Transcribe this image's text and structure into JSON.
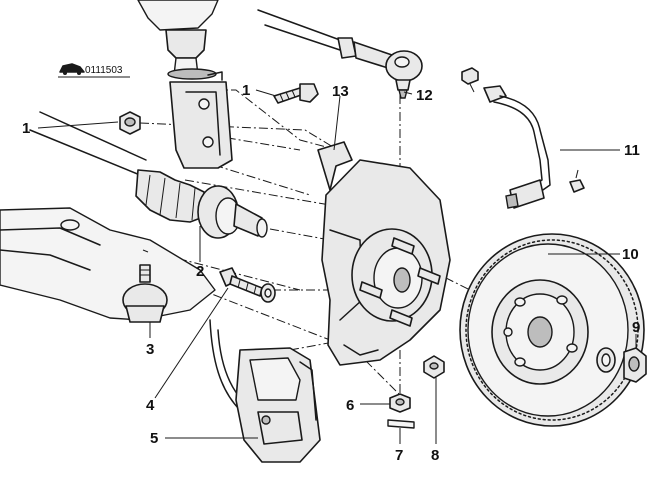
{
  "reference_code": "0111503",
  "callouts": {
    "c1a": "1",
    "c1b": "1",
    "c2": "2",
    "c3": "3",
    "c4": "4",
    "c5": "5",
    "c6": "6",
    "c7": "7",
    "c8": "8",
    "c9": "9",
    "c10": "10",
    "c11": "11",
    "c12": "12",
    "c13": "13"
  }
}
